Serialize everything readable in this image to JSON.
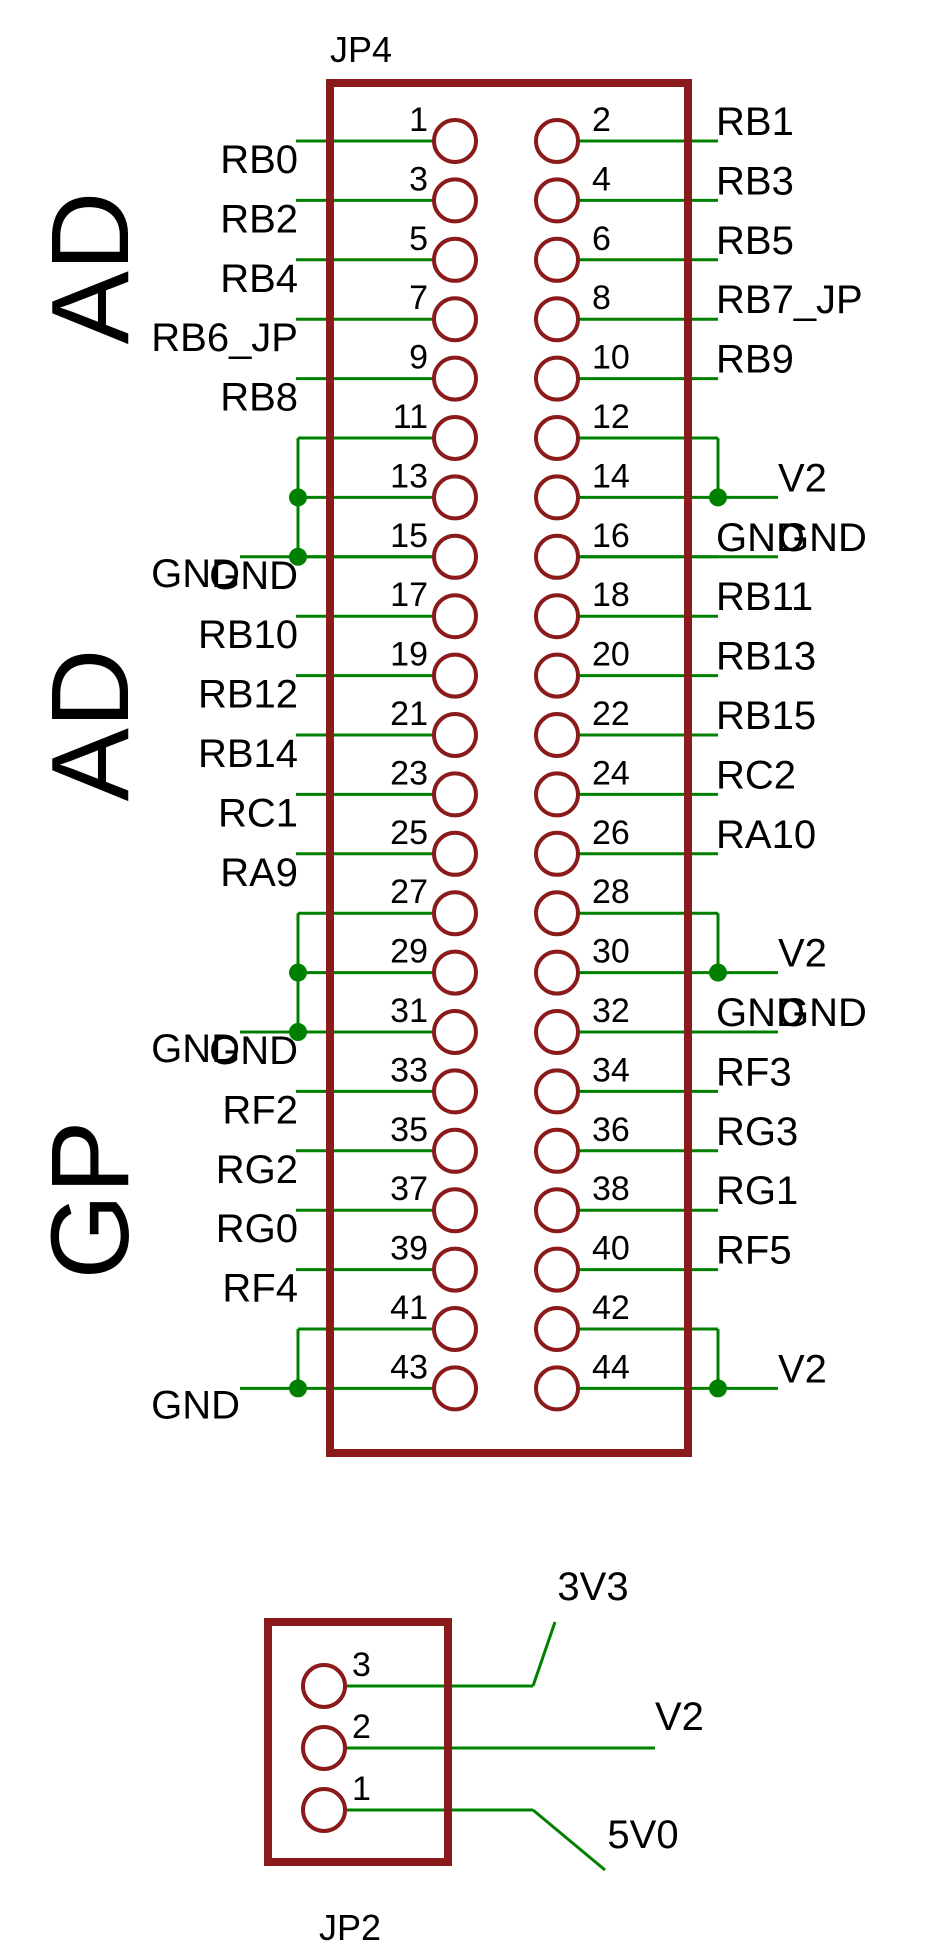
{
  "colors": {
    "body": "#8b1a1a",
    "wire": "#008000",
    "text": "#000000",
    "group": "#0a8a0a"
  },
  "jp4": {
    "name": "JP4",
    "pins": [
      {
        "num": "1",
        "label": "RB0"
      },
      {
        "num": "2",
        "label": "RB1"
      },
      {
        "num": "3",
        "label": "RB2"
      },
      {
        "num": "4",
        "label": "RB3"
      },
      {
        "num": "5",
        "label": "RB4"
      },
      {
        "num": "6",
        "label": "RB5"
      },
      {
        "num": "7",
        "label": "RB6_JP"
      },
      {
        "num": "8",
        "label": "RB7_JP"
      },
      {
        "num": "9",
        "label": "RB8"
      },
      {
        "num": "10",
        "label": "RB9"
      },
      {
        "num": "11",
        "label": ""
      },
      {
        "num": "12",
        "label": ""
      },
      {
        "num": "13",
        "label": ""
      },
      {
        "num": "14",
        "label": "V2"
      },
      {
        "num": "15",
        "label": "GND"
      },
      {
        "num": "16",
        "label": "GND"
      },
      {
        "num": "17",
        "label": "RB10"
      },
      {
        "num": "18",
        "label": "RB11"
      },
      {
        "num": "19",
        "label": "RB12"
      },
      {
        "num": "20",
        "label": "RB13"
      },
      {
        "num": "21",
        "label": "RB14"
      },
      {
        "num": "22",
        "label": "RB15"
      },
      {
        "num": "23",
        "label": "RC1"
      },
      {
        "num": "24",
        "label": "RC2"
      },
      {
        "num": "25",
        "label": "RA9"
      },
      {
        "num": "26",
        "label": "RA10"
      },
      {
        "num": "27",
        "label": ""
      },
      {
        "num": "28",
        "label": ""
      },
      {
        "num": "29",
        "label": ""
      },
      {
        "num": "30",
        "label": "V2"
      },
      {
        "num": "31",
        "label": "GND"
      },
      {
        "num": "32",
        "label": "GND"
      },
      {
        "num": "33",
        "label": "RF2"
      },
      {
        "num": "34",
        "label": "RF3"
      },
      {
        "num": "35",
        "label": "RG2"
      },
      {
        "num": "36",
        "label": "RG3"
      },
      {
        "num": "37",
        "label": "RG0"
      },
      {
        "num": "38",
        "label": "RG1"
      },
      {
        "num": "39",
        "label": "RF4"
      },
      {
        "num": "40",
        "label": "RF5"
      },
      {
        "num": "41",
        "label": ""
      },
      {
        "num": "42",
        "label": ""
      },
      {
        "num": "43",
        "label": "GND"
      },
      {
        "num": "44",
        "label": "V2"
      }
    ]
  },
  "groups": [
    "AD",
    "AD",
    "GP"
  ],
  "jp2": {
    "name": "JP2",
    "pins": [
      {
        "num": "3",
        "label": "3V3"
      },
      {
        "num": "2",
        "label": "V2"
      },
      {
        "num": "1",
        "label": "5V0"
      }
    ]
  }
}
